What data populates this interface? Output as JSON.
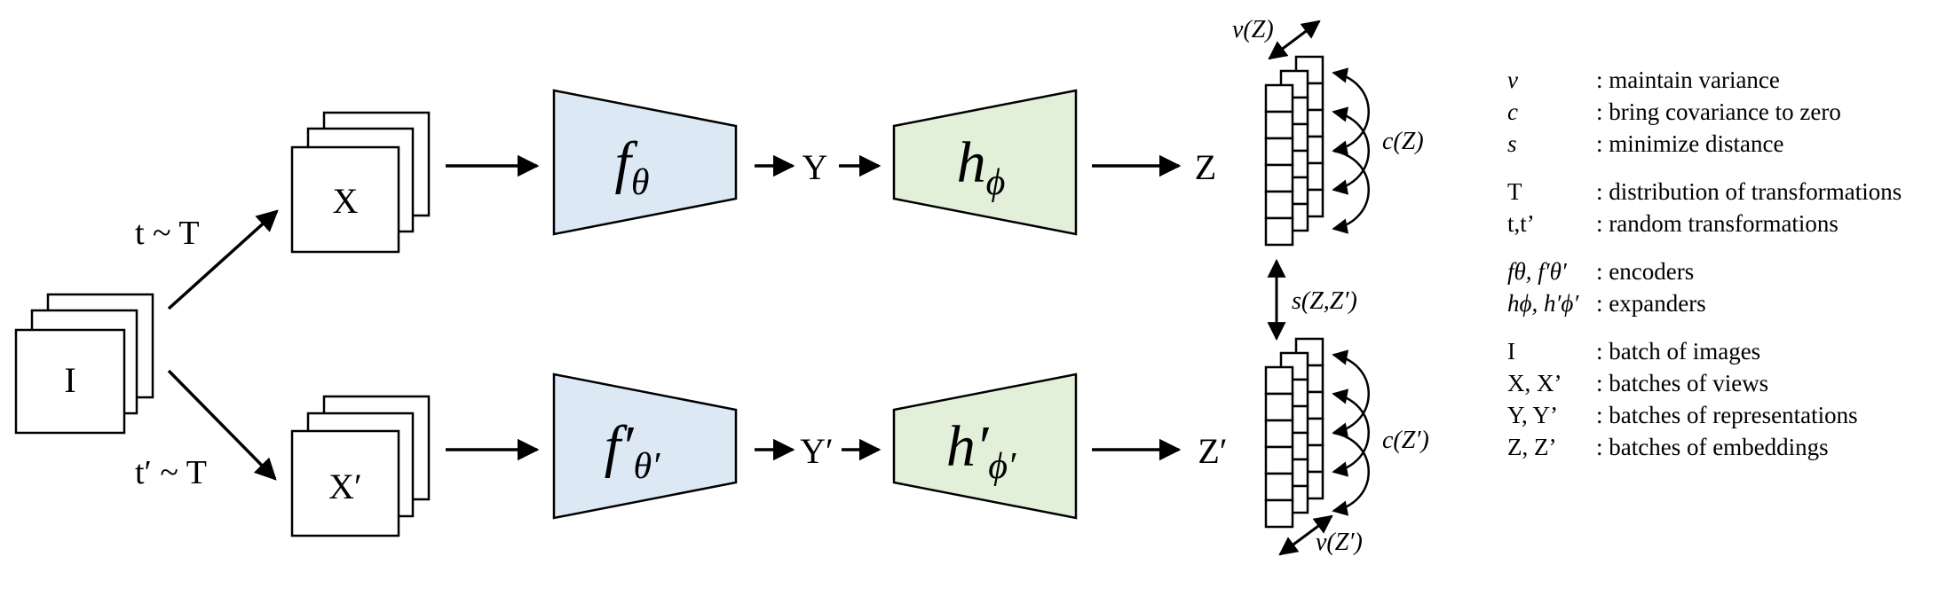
{
  "nodes": {
    "input": "I",
    "view_top": "X",
    "view_bottom": "X′",
    "rep_top": "Y",
    "rep_bottom": "Y′",
    "emb_top": "Z",
    "emb_bottom": "Z′"
  },
  "transforms": {
    "top": "t ~ T",
    "bottom": "t′ ~ T"
  },
  "encoders": {
    "top": {
      "base": "f",
      "sub": "θ"
    },
    "bottom": {
      "base": "f′",
      "sub": "θ′"
    }
  },
  "expanders": {
    "top": {
      "base": "h",
      "sub": "ϕ"
    },
    "bottom": {
      "base": "h′",
      "sub": "ϕ′"
    }
  },
  "losses": {
    "variance_top": "v(Z)",
    "variance_bottom": "v(Z′)",
    "covariance_top": "c(Z)",
    "covariance_bottom": "c(Z′)",
    "invariance": "s(Z,Z′)"
  },
  "legend": [
    {
      "sym": "v",
      "italic": true,
      "desc": ": maintain  variance"
    },
    {
      "sym": "c",
      "italic": true,
      "desc": ": bring covariance to zero"
    },
    {
      "sym": "s",
      "italic": true,
      "desc": ": minimize  distance"
    },
    {
      "gap": true
    },
    {
      "sym": "T",
      "italic": false,
      "desc": ": distribution  of transformations"
    },
    {
      "sym": "t,t’",
      "italic": false,
      "desc": ": random transformations"
    },
    {
      "gap": true
    },
    {
      "sym": "fθ, f′θ′",
      "italic": true,
      "desc": ": encoders"
    },
    {
      "sym": "hϕ, h′ϕ′",
      "italic": true,
      "desc": ": expanders"
    },
    {
      "gap": true
    },
    {
      "sym": "I",
      "italic": false,
      "desc": ": batch  of images"
    },
    {
      "sym": "X, X’",
      "italic": false,
      "desc": ": batches  of views"
    },
    {
      "sym": "Y, Y’",
      "italic": false,
      "desc": ": batches  of representations"
    },
    {
      "sym": "Z, Z’",
      "italic": false,
      "desc": ": batches  of embeddings"
    }
  ],
  "colors": {
    "encoder_fill": "#dde8f5",
    "expander_fill": "#e2efd9",
    "stroke": "#000000"
  }
}
